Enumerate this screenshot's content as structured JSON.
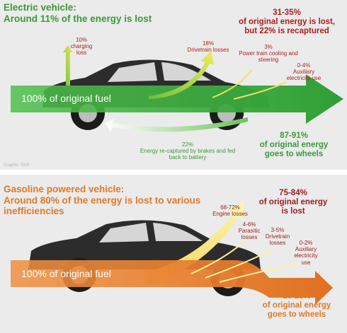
{
  "electric": {
    "title_line1": "Electric vehicle:",
    "title_line2": "Around 11% of the energy is lost",
    "loss_headline": [
      "31-35%",
      "of original energy is lost,",
      "but 22% is recaptured"
    ],
    "charging_loss": [
      "10%",
      "charging",
      "loss"
    ],
    "drivetrain_losses": [
      "18%",
      "Drivetrain losses"
    ],
    "cooling": [
      "3%",
      "Power train cooling and",
      "steering"
    ],
    "auxiliary": [
      "0-4%",
      "Auxiliary",
      "electricity use"
    ],
    "fuel_label": "100% of original fuel",
    "recaptured": [
      "22%",
      "Energy re-captured by brakes and fed",
      "back to battery"
    ],
    "to_wheels": [
      "87-91%",
      "of original energy",
      "goes to wheels"
    ],
    "credit": "Graphic: Staff"
  },
  "gasoline": {
    "title_line1": "Gasoline powered vehicle:",
    "title_line2": "Around 80% of the energy is lost to various",
    "title_line3": "inefficiencies",
    "loss_headline": [
      "75-84%",
      "of original energy",
      "is lost"
    ],
    "engine_losses": [
      "68-72%",
      "Engine losses"
    ],
    "parasitic": [
      "4-6%",
      "Parasitic",
      "losses"
    ],
    "drivetrain": [
      "3-5%",
      "Drivetrain",
      "losses"
    ],
    "auxiliary": [
      "0-2%",
      "Auxiliary",
      "electricity",
      "use"
    ],
    "fuel_label": "100% of original fuel",
    "to_wheels": [
      "16-25%",
      "of original energy",
      "goes to wheels"
    ]
  },
  "colors": {
    "green": "#3a9a38",
    "red": "#b01c1c",
    "orange": "#e07a26",
    "car_body": "#2c2c2c",
    "panel_bg": "#ebebeb"
  }
}
